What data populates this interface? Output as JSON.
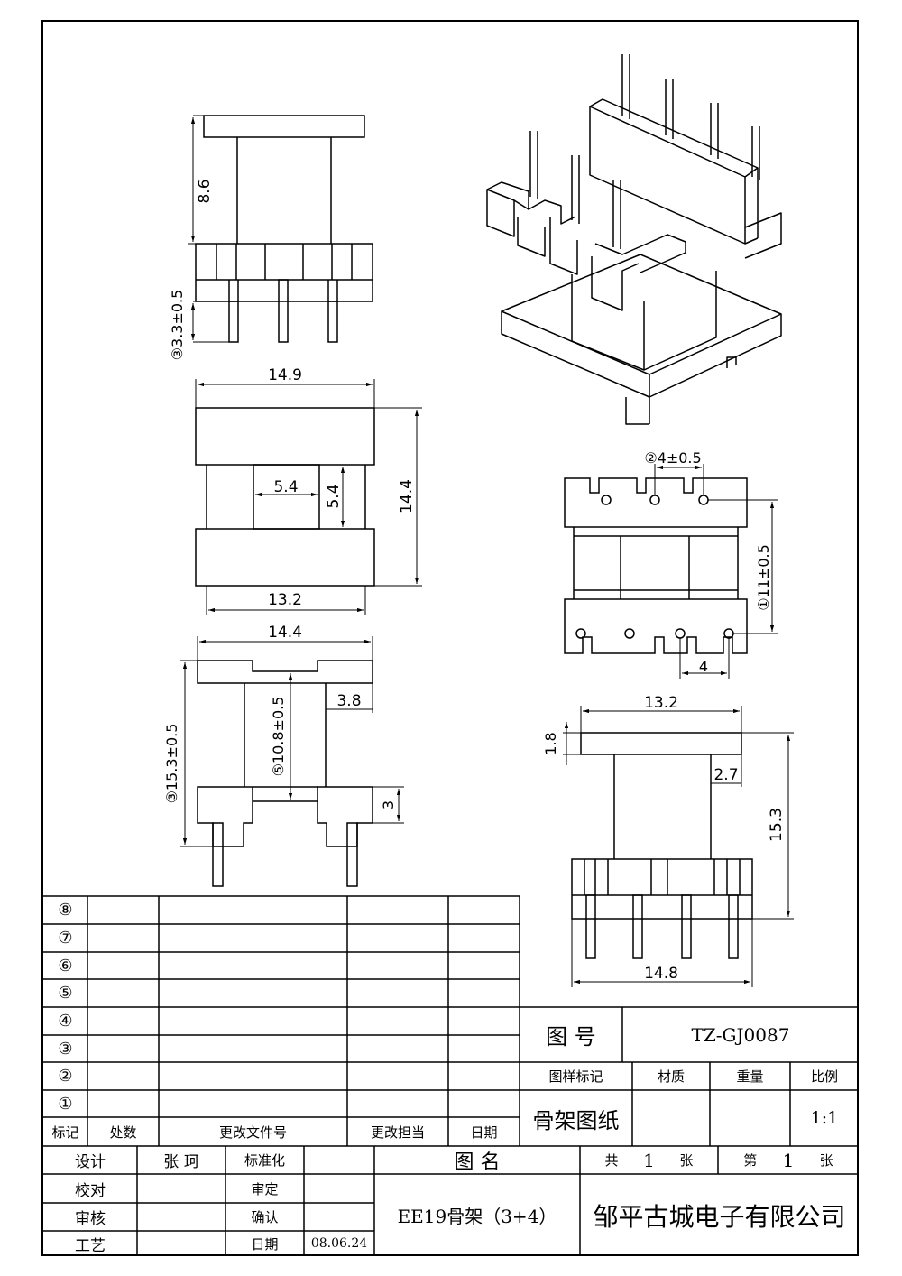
{
  "dims": {
    "top_height": "8.6",
    "pin_length": "③3.3±0.5",
    "top_width": "14.9",
    "window_w": "5.4",
    "window_h": "5.4",
    "overall_h": "14.4",
    "bottom_w": "13.2",
    "side_width": "14.4",
    "side_height": "③15.3±0.5",
    "inner_height": "⑤10.8±0.5",
    "side_step": "3.8",
    "side_base": "3",
    "pin_pitch": "②4±0.5",
    "pin_span": "①11±0.5",
    "pitch_4": "4",
    "front_width": "13.2",
    "front_flange": "1.8",
    "front_offset": "2.7",
    "front_height": "15.3",
    "front_base": "14.8"
  },
  "rev_table": {
    "rows": [
      "⑧",
      "⑦",
      "⑥",
      "⑤",
      "④",
      "③",
      "②",
      "①"
    ],
    "header": [
      "标记",
      "处数",
      "更改文件号",
      "更改担当",
      "日期"
    ]
  },
  "title_block": {
    "drawing_no_label": "图 号",
    "drawing_no": "TZ-GJ0087",
    "col_mark": "图样标记",
    "col_material": "材质",
    "col_weight": "重量",
    "col_scale": "比例",
    "doc_name": "骨架图纸",
    "scale": "1:1",
    "design_label": "设计",
    "design_name": "张 珂",
    "standard_label": "标准化",
    "check_label": "校对",
    "approve_label": "审定",
    "review_label": "审核",
    "confirm_label": "确认",
    "process_label": "工艺",
    "date_label": "日期",
    "date": "08.06.24",
    "name_label": "图 名",
    "total_label": "共",
    "total_value": "1",
    "sheet_unit1": "张",
    "sheet_label": "第",
    "sheet_value": "1",
    "sheet_unit2": "张",
    "part_name": "EE19骨架（3+4）",
    "company": "邹平古城电子有限公司"
  }
}
